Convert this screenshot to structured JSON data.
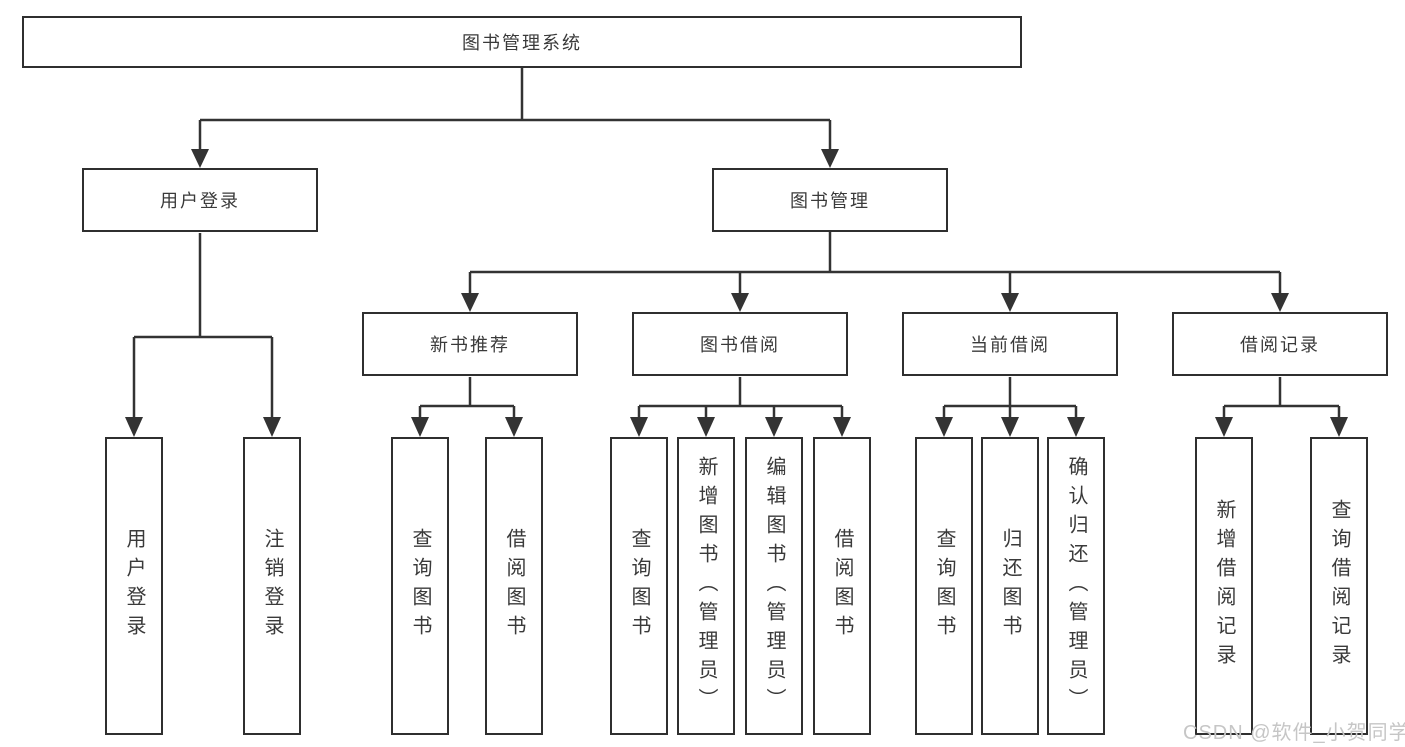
{
  "diagram": {
    "title_node": "图书管理系统",
    "tree": {
      "root": {
        "label": "图书管理系统"
      },
      "branches": [
        {
          "label": "用户登录",
          "children": [
            "用户登录",
            "注销登录"
          ]
        },
        {
          "label": "图书管理",
          "groups": [
            {
              "label": "新书推荐",
              "children": [
                "查询图书",
                "借阅图书"
              ]
            },
            {
              "label": "图书借阅",
              "children": [
                "查询图书",
                "新增图书（管理员）",
                "编辑图书（管理员）",
                "借阅图书"
              ]
            },
            {
              "label": "当前借阅",
              "children": [
                "查询图书",
                "归还图书",
                "确认归还（管理员）"
              ]
            },
            {
              "label": "借阅记录",
              "children": [
                "新增借阅记录",
                "查询借阅记录"
              ]
            }
          ]
        }
      ]
    },
    "colors": {
      "line": "#333333",
      "box_border": "#2f2f2f",
      "text": "#3a3a3a",
      "watermark": "#c6c6c6",
      "background": "#ffffff"
    }
  },
  "watermark": "CSDN @软件_小贺同学"
}
